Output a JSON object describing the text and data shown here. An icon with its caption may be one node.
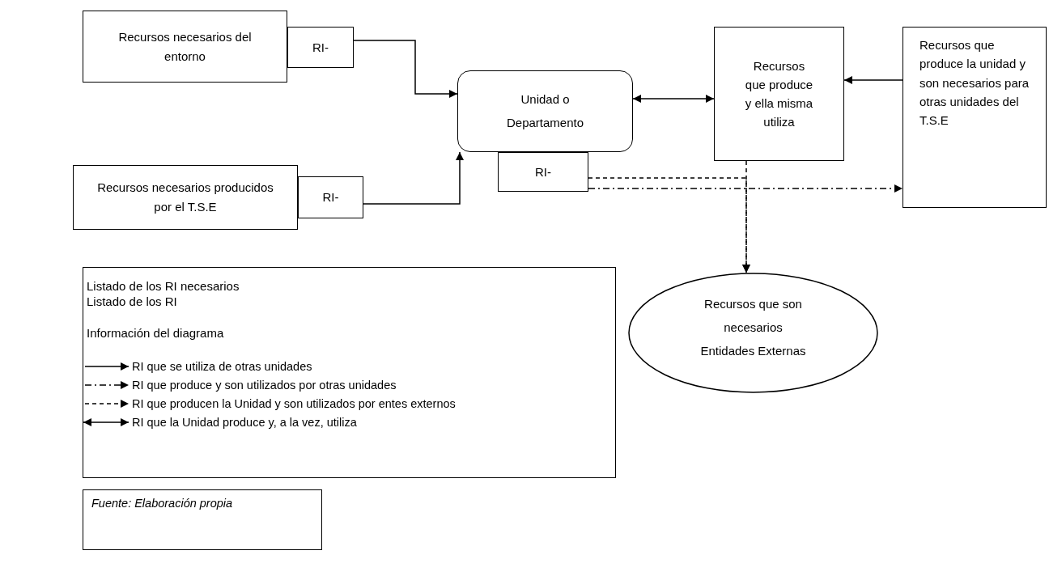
{
  "diagram": {
    "caption": "Fuente: Elaboración propia",
    "nodes": [
      {
        "text": [
          "Recursos necesarios del entorno"
        ]
      },
      {
        "text": [
          "RI-"
        ]
      },
      {
        "text": [
          "Recursos necesarios producidos por el T.S.E"
        ]
      },
      {
        "text": [
          "RI-"
        ]
      },
      {
        "text": [
          "Unidad o Departamento"
        ]
      },
      {
        "text": [
          "RI-"
        ]
      },
      {
        "text": [
          "Recursos que produce y ella misma utiliza"
        ]
      },
      {
        "text": [
          "Recursos que produce la unidad y son necesarios para otras unidades del T.S.E"
        ]
      },
      {
        "text": [
          "Recursos que son necesarios Entidades Externas"
        ]
      },
      {
        "text": [
          "Listado de los RI necesarios",
          "Listado de los RI",
          "Información del diagrama"
        ]
      }
    ],
    "edges": [
      {
        "from": 1,
        "to": 4,
        "arrow": "to"
      },
      {
        "from": 3,
        "to": 4,
        "arrow": "to"
      },
      {
        "from": 4,
        "to": 6,
        "arrow": "both"
      },
      {
        "from": 7,
        "to": 6,
        "arrow": "to"
      },
      {
        "from": 5,
        "to": 7,
        "arrow": "to",
        "style": "dashed"
      },
      {
        "from": 5,
        "to": 8,
        "arrow": "to",
        "style": "dashed"
      },
      {
        "from": 6,
        "to": 8,
        "arrow": "to",
        "style": "dashed"
      }
    ],
    "legend": [
      {
        "text": "RI que  se utiliza de otras unidades"
      },
      {
        "text": "RI que produce y son utilizados por otras unidades"
      },
      {
        "text": "RI que producen la Unidad  y son utilizados por entes externos"
      },
      {
        "text": "RI que la Unidad produce y, a la vez, utiliza"
      }
    ]
  }
}
